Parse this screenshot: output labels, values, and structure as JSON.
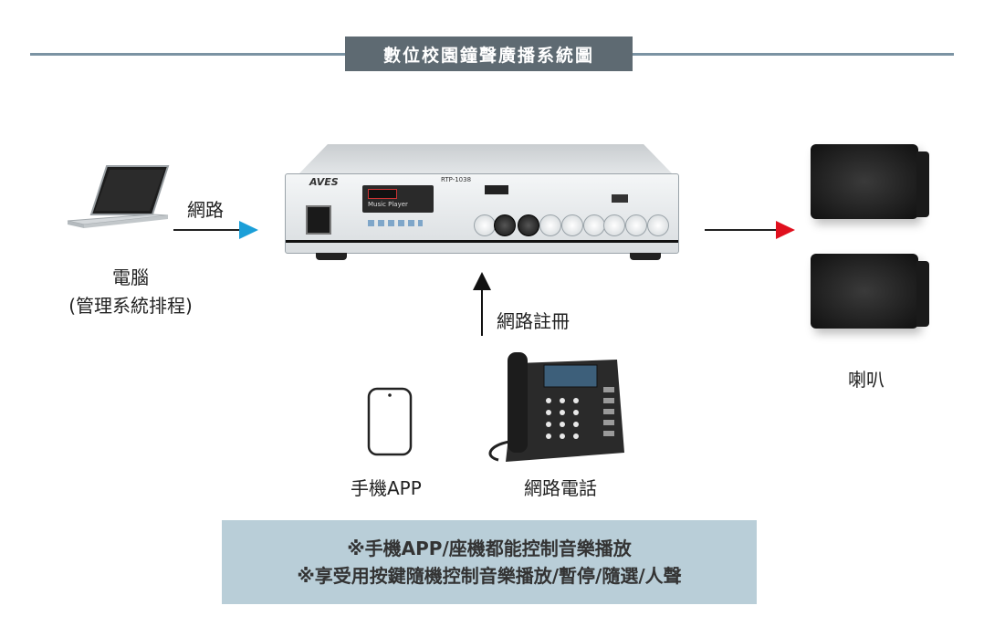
{
  "title": "數位校園鐘聲廣播系統圖",
  "colors": {
    "title_bg": "#5e6a72",
    "title_line": "#7b93a3",
    "note_bg": "#b9ced8",
    "arrow_blue": "#1b9fd8",
    "arrow_red": "#e0101e"
  },
  "computer": {
    "label_line1": "電腦",
    "label_line2": "(管理系統排程)",
    "link_label": "網路"
  },
  "amplifier": {
    "brand": "AVES",
    "model": "RTP-1038",
    "display_label": "Music Player"
  },
  "register_label": "網路註冊",
  "speaker": {
    "label": "喇叭"
  },
  "phone_app": {
    "label": "手機APP"
  },
  "ip_phone": {
    "label": "網路電話"
  },
  "notes": [
    "※手機APP/座機都能控制音樂播放",
    "※享受用按鍵隨機控制音樂播放/暫停/隨選/人聲"
  ]
}
